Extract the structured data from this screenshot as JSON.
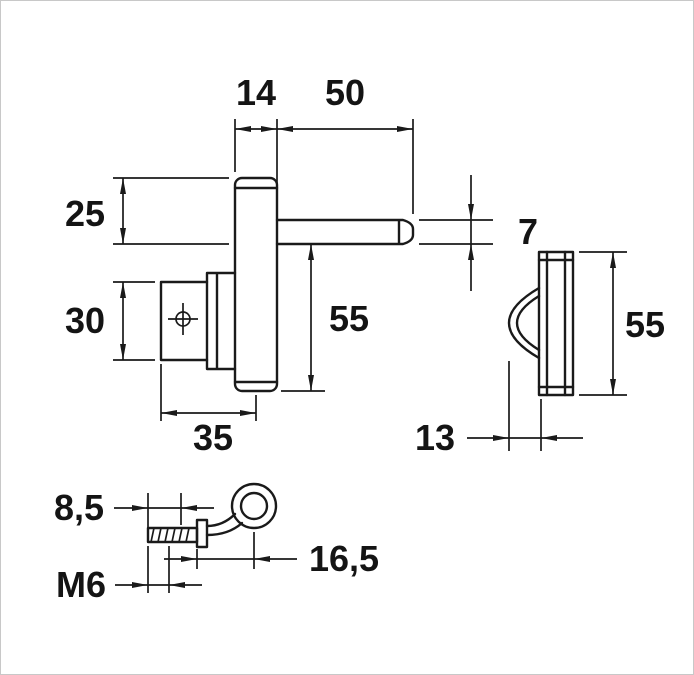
{
  "drawing": {
    "labels": {
      "top_width": "14",
      "pin_length": "50",
      "upper_height": "25",
      "bracket_height": "30",
      "lower_height": "55",
      "pin_diameter": "7",
      "side_height": "55",
      "bracket_width": "35",
      "side_depth": "13",
      "offset": "8,5",
      "eyelet_length": "16,5",
      "thread": "M6"
    },
    "colors": {
      "line": "#1a1a1a",
      "background": "#ffffff",
      "border": "#c8c8c8"
    }
  }
}
